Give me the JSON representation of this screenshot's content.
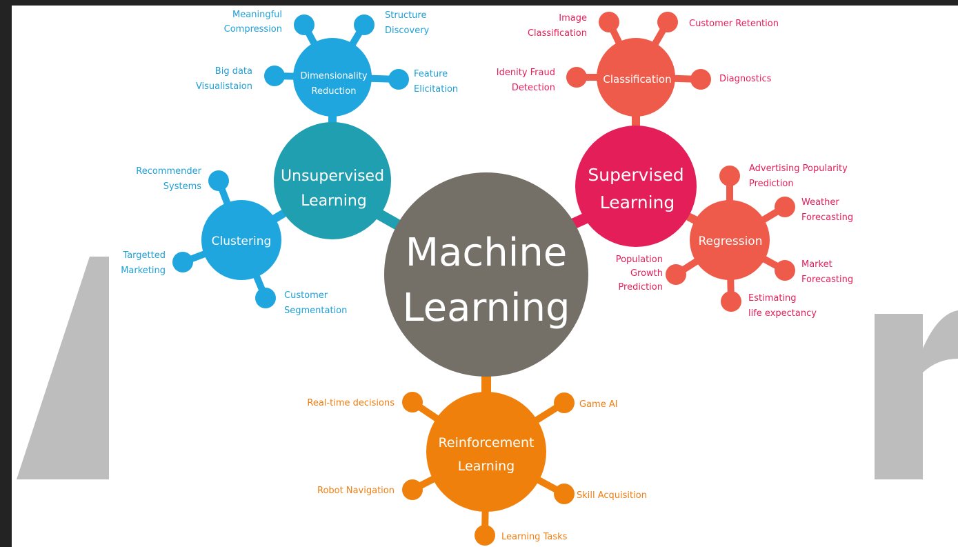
{
  "colors": {
    "center": "#757067",
    "unsupervised": "#1f9fb0",
    "dimred": "#1fa6df",
    "clustering": "#1fa6df",
    "supervised": "#e31e58",
    "classification": "#ee5b4a",
    "regression": "#ee5b4a",
    "reinforcement": "#f0800c",
    "label_unsup": "#1e9fd6",
    "label_sup": "#e31e58",
    "label_rein": "#ef7d10",
    "watermark": "#bdbdbd"
  },
  "center": {
    "line1": "Machine",
    "line2": "Learning"
  },
  "unsupervised": {
    "line1": "Unsupervised",
    "line2": "Learning"
  },
  "supervised": {
    "line1": "Supervised",
    "line2": "Learning"
  },
  "reinforcement": {
    "line1": "Reinforcement",
    "line2": "Learning"
  },
  "dimensionality": {
    "line1": "Dimensionality",
    "line2": "Reduction"
  },
  "clustering": {
    "label": "Clustering"
  },
  "classification": {
    "label": "Classification"
  },
  "regression": {
    "label": "Regression"
  },
  "leaves": {
    "meaningful_compression": [
      "Meaningful",
      "Compression"
    ],
    "structure_discovery": [
      "Structure",
      "Discovery"
    ],
    "big_data_visualisation": [
      "Big data",
      "Visualistaion"
    ],
    "feature_elicitation": [
      "Feature",
      "Elicitation"
    ],
    "recommender_systems": [
      "Recommender",
      "Systems"
    ],
    "targetted_marketing": [
      "Targetted",
      "Marketing"
    ],
    "customer_segmentation": [
      "Customer",
      "Segmentation"
    ],
    "image_classification": [
      "Image",
      "Classification"
    ],
    "customer_retention": [
      "Customer Retention"
    ],
    "identity_fraud_detection": [
      "Idenity Fraud",
      "Detection"
    ],
    "diagnostics": [
      "Diagnostics"
    ],
    "advertising_popularity": [
      "Advertising Popularity",
      "Prediction"
    ],
    "weather_forecasting": [
      "Weather",
      "Forecasting"
    ],
    "population_growth": [
      "Population",
      "Growth",
      "Prediction"
    ],
    "market_forecasting": [
      "Market",
      "Forecasting"
    ],
    "estimating_life": [
      "Estimating",
      "life expectancy"
    ],
    "real_time_decisions": [
      "Real-time decisions"
    ],
    "game_ai": [
      "Game AI"
    ],
    "robot_navigation": [
      "Robot Navigation"
    ],
    "skill_acquisition": [
      "Skill Acquisition"
    ],
    "learning_tasks": [
      "Learning Tasks"
    ]
  }
}
